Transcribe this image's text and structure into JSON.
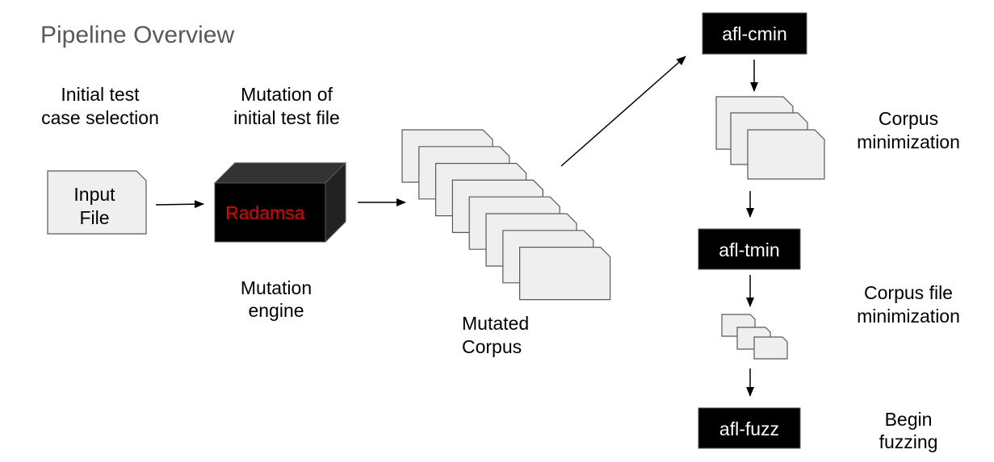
{
  "title": "Pipeline Overview",
  "stages": {
    "selection": {
      "line1": "Initial test",
      "line2": "case selection"
    },
    "mutation": {
      "line1": "Mutation of",
      "line2": "initial test file"
    },
    "input_file": {
      "line1": "Input",
      "line2": "File"
    },
    "engine": {
      "name": "Radamsa",
      "line1": "Mutation",
      "line2": "engine"
    },
    "corpus": {
      "line1": "Mutated",
      "line2": "Corpus"
    },
    "cmin": {
      "name": "afl-cmin",
      "line1": "Corpus",
      "line2": "minimization"
    },
    "tmin": {
      "name": "afl-tmin",
      "line1": "Corpus file",
      "line2": "minimization"
    },
    "fuzz": {
      "name": "afl-fuzz",
      "line1": "Begin",
      "line2": "fuzzing"
    }
  },
  "colors": {
    "engine_text": "#e60000",
    "box_fill": "#000000",
    "doc_fill": "#efefef"
  }
}
